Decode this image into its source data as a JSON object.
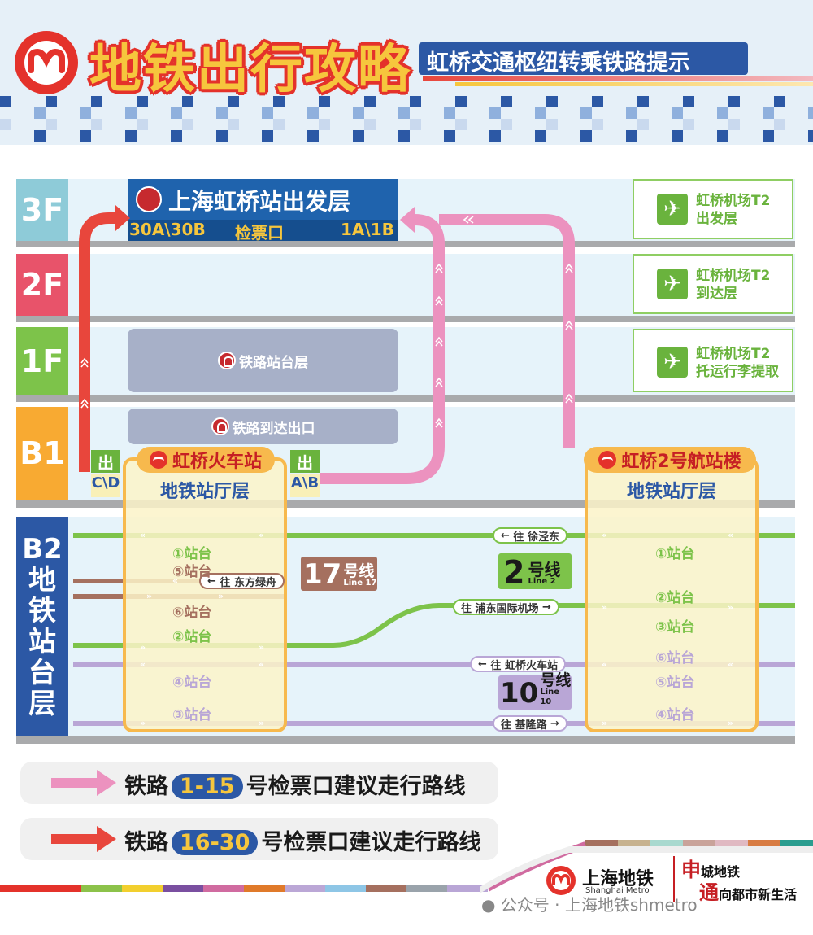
{
  "header": {
    "title": "地铁出行攻略",
    "subtitle": "虹桥交通枢纽转乘铁路提示"
  },
  "floors": [
    {
      "label": "3F",
      "color": "#8ecbd8"
    },
    {
      "label": "2F",
      "color": "#e8536a"
    },
    {
      "label": "1F",
      "color": "#7dc34a"
    },
    {
      "label": "B1",
      "color": "#f8aa32"
    },
    {
      "label": "B2\n地\n铁\n站\n台\n层",
      "color": "#2c58a5"
    }
  ],
  "departure": {
    "title": "上海虹桥站出发层",
    "left_gates": "30A\\30B",
    "middle": "检票口",
    "right_gates": "1A\\1B",
    "color": "#1f63ad"
  },
  "rail_blocks": {
    "platform": "铁路站台层",
    "arrival_exit": "铁路到达出口"
  },
  "t2_boxes": [
    {
      "line1": "虹桥机场T2",
      "line2": "出发层"
    },
    {
      "line1": "虹桥机场T2",
      "line2": "到达层"
    },
    {
      "line1": "虹桥机场T2",
      "line2": "托运行李提取"
    }
  ],
  "halls": {
    "train": {
      "name": "虹桥火车站",
      "sub": "地铁站厅层"
    },
    "t2": {
      "name": "虹桥2号航站楼",
      "sub": "地铁站厅层"
    }
  },
  "exits": {
    "left": {
      "label": "出",
      "letters": "C\\D"
    },
    "right": {
      "label": "出",
      "letters": "A\\B"
    }
  },
  "lines": {
    "line17": {
      "num": "17",
      "hao": "号线",
      "en": "Line 17",
      "color": "#a5705f"
    },
    "line2": {
      "num": "2",
      "hao": "号线",
      "en": "Line 2",
      "color": "#7dc34a"
    },
    "line10": {
      "num": "10",
      "hao": "号线",
      "en": "Line 10",
      "color": "#b9a6d6"
    }
  },
  "directions": {
    "xujingdong": "往 徐泾东",
    "dongfanglvzhou": "往 东方绿舟",
    "pudong_airport": "往 浦东国际机场",
    "hongqiao_station": "往 虹桥火车站",
    "jilong_road": "往 基隆路"
  },
  "platforms_left": [
    "①站台",
    "⑤站台",
    "⑥站台",
    "②站台",
    "④站台",
    "③站台"
  ],
  "platforms_right": [
    "①站台",
    "②站台",
    "③站台",
    "⑥站台",
    "⑤站台",
    "④站台"
  ],
  "legend": [
    {
      "prefix": "铁路",
      "range": "1-15",
      "suffix": "号检票口建议走行路线",
      "arrow_color": "#ec92bf"
    },
    {
      "prefix": "铁路",
      "range": "16-30",
      "suffix": "号检票口建议走行路线",
      "arrow_color": "#e8463c"
    }
  ],
  "footer": {
    "brand": "上海地铁",
    "brand_en": "Shanghai Metro",
    "slogan_1_lead": "申",
    "slogan_1_rest": "城地铁",
    "slogan_2_lead": "通",
    "slogan_2_rest": "向都市新生活",
    "wechat": "公众号 · 上海地铁shmetro"
  },
  "colors": {
    "pink_route": "#ec92bf",
    "red_route": "#e8463c",
    "hall_border": "#f7b94d",
    "metro_red": "#e4322b",
    "metro_blue": "#2c58a5"
  }
}
